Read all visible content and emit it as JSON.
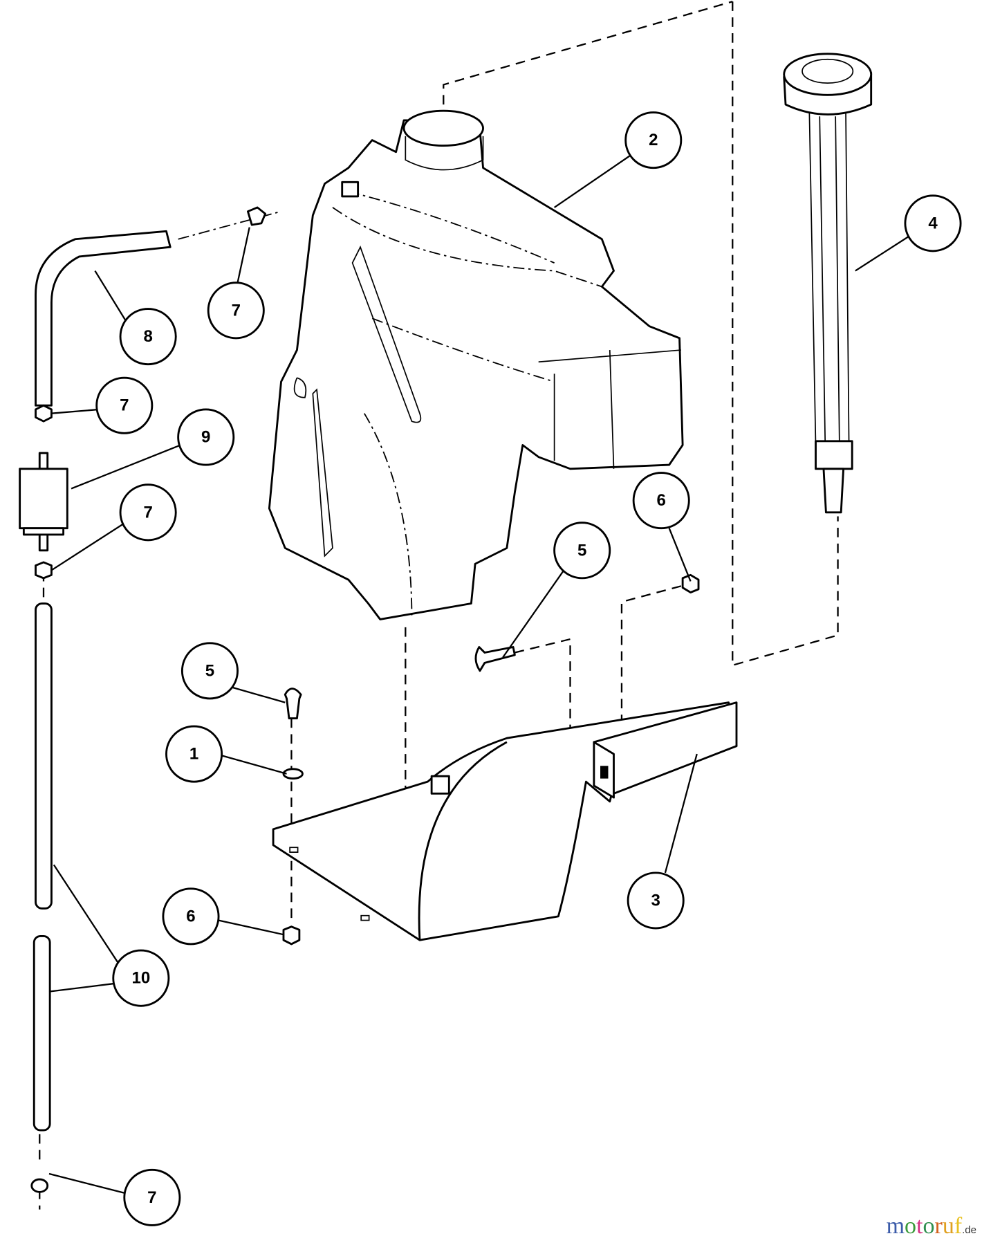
{
  "diagram": {
    "callouts": [
      {
        "id": "c2",
        "label": "2"
      },
      {
        "id": "c4",
        "label": "4"
      },
      {
        "id": "c8",
        "label": "8"
      },
      {
        "id": "c7a",
        "label": "7"
      },
      {
        "id": "c7b",
        "label": "7"
      },
      {
        "id": "c9",
        "label": "9"
      },
      {
        "id": "c7c",
        "label": "7"
      },
      {
        "id": "c6a",
        "label": "6"
      },
      {
        "id": "c5a",
        "label": "5"
      },
      {
        "id": "c5b",
        "label": "5"
      },
      {
        "id": "c1",
        "label": "1"
      },
      {
        "id": "c3",
        "label": "3"
      },
      {
        "id": "c6b",
        "label": "6"
      },
      {
        "id": "c10",
        "label": "10"
      },
      {
        "id": "c7d",
        "label": "7"
      }
    ]
  },
  "watermark": {
    "brand": "motoruf",
    "tld": ".de",
    "colors": [
      "#3b5ba9",
      "#3a9a3a",
      "#d63384",
      "#2f8f4f",
      "#d2601a",
      "#e0a020",
      "#e8c020"
    ]
  }
}
